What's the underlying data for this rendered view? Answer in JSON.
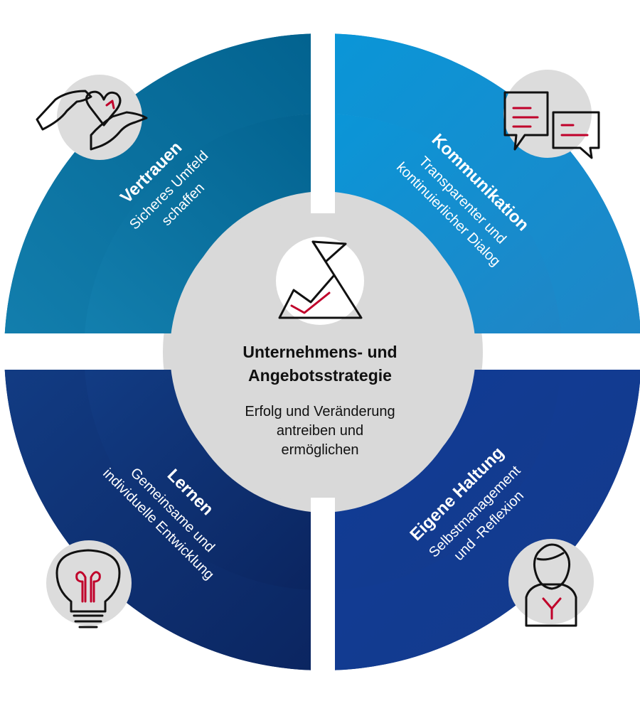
{
  "colors": {
    "quadrant_top_left": "#026a98",
    "quadrant_top_right": "#0a8ed0",
    "quadrant_bottom_left": "#0d2f6c",
    "quadrant_bottom_right": "#133d93",
    "center_disc": "#d9d9d9",
    "icon_circle": "#dcdcdc",
    "accent_red": "#c0002a",
    "text_dark": "#111111"
  },
  "center": {
    "title_line1": "Unternehmens- und",
    "title_line2": "Angebotsstrategie",
    "subtitle_line1": "Erfolg und Veränderung",
    "subtitle_line2": "antreiben und",
    "subtitle_line3": "ermöglichen",
    "icon": "mountain-flag-icon"
  },
  "quadrants": {
    "vertrauen": {
      "title": "Vertrauen",
      "line1": "Sicheres Umfeld",
      "line2": "schaffen",
      "icon": "hands-heart-icon"
    },
    "kommunikation": {
      "title": "Kommunikation",
      "line1": "Transparenter und",
      "line2": "kontinuierlicher Dialog",
      "icon": "speech-bubbles-icon"
    },
    "lernen": {
      "title": "Lernen",
      "line1": "Gemeinsame und",
      "line2": "individuelle Entwicklung",
      "icon": "lightbulb-icon"
    },
    "eigene_haltung": {
      "title": "Eigene Haltung",
      "line1": "Selbstmanagement",
      "line2": "und -Reflexion",
      "icon": "person-icon"
    }
  }
}
